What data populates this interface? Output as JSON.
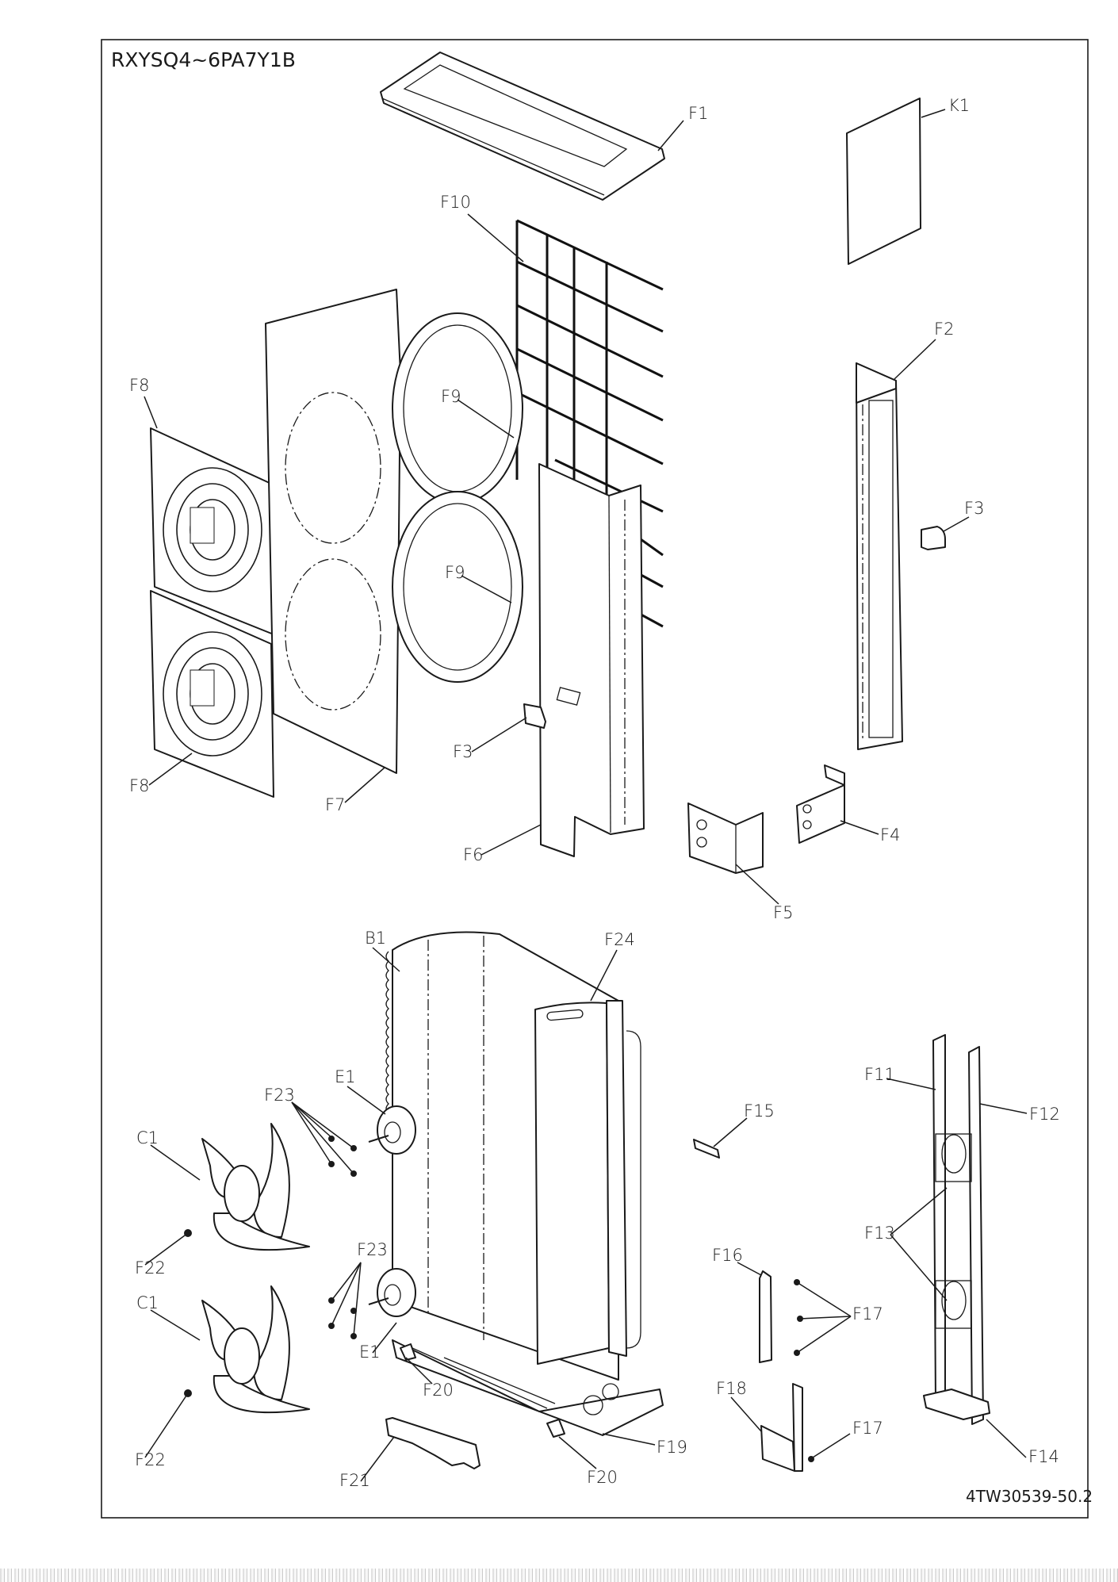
{
  "document": {
    "model_title": "RXYSQ4~6PA7Y1B",
    "drawing_number": "4TW30539-50.2"
  },
  "callouts": [
    {
      "id": "F1",
      "label": "F1",
      "part": "top-plate"
    },
    {
      "id": "K1",
      "label": "K1",
      "part": "label-sheet"
    },
    {
      "id": "F10",
      "label": "F10",
      "part": "wire-grille"
    },
    {
      "id": "F2",
      "label": "F2",
      "part": "right-side-panel"
    },
    {
      "id": "F8a",
      "label": "F8",
      "part": "fan-grille-upper"
    },
    {
      "id": "F9a",
      "label": "F9",
      "part": "bell-mouth-upper"
    },
    {
      "id": "F9b",
      "label": "F9",
      "part": "bell-mouth-lower"
    },
    {
      "id": "F3a",
      "label": "F3",
      "part": "handle-right"
    },
    {
      "id": "F3b",
      "label": "F3",
      "part": "handle-front"
    },
    {
      "id": "F8b",
      "label": "F8",
      "part": "fan-grille-lower"
    },
    {
      "id": "F7",
      "label": "F7",
      "part": "front-panel"
    },
    {
      "id": "F6",
      "label": "F6",
      "part": "side-corner-panel"
    },
    {
      "id": "F4",
      "label": "F4",
      "part": "bracket-right"
    },
    {
      "id": "F5",
      "label": "F5",
      "part": "bracket-corner"
    },
    {
      "id": "B1",
      "label": "B1",
      "part": "heat-exchanger"
    },
    {
      "id": "F24",
      "label": "F24",
      "part": "partition-plate"
    },
    {
      "id": "E1a",
      "label": "E1",
      "part": "fan-motor-upper"
    },
    {
      "id": "F23a",
      "label": "F23",
      "part": "screws-upper"
    },
    {
      "id": "C1a",
      "label": "C1",
      "part": "propeller-fan-upper"
    },
    {
      "id": "F15",
      "label": "F15",
      "part": "clip"
    },
    {
      "id": "F11",
      "label": "F11",
      "part": "motor-support-left"
    },
    {
      "id": "F12",
      "label": "F12",
      "part": "motor-support-right"
    },
    {
      "id": "F13",
      "label": "F13",
      "part": "motor-mount-plates"
    },
    {
      "id": "F22a",
      "label": "F22",
      "part": "nut-upper"
    },
    {
      "id": "F23b",
      "label": "F23",
      "part": "screws-lower"
    },
    {
      "id": "C1b",
      "label": "C1",
      "part": "propeller-fan-lower"
    },
    {
      "id": "F16",
      "label": "F16",
      "part": "stay"
    },
    {
      "id": "F17a",
      "label": "F17",
      "part": "screws-stay"
    },
    {
      "id": "E1b",
      "label": "E1",
      "part": "fan-motor-lower"
    },
    {
      "id": "F20a",
      "label": "F20",
      "part": "foot-left"
    },
    {
      "id": "F18",
      "label": "F18",
      "part": "bracket-lower"
    },
    {
      "id": "F17b",
      "label": "F17",
      "part": "screw-bracket"
    },
    {
      "id": "F22b",
      "label": "F22",
      "part": "nut-lower"
    },
    {
      "id": "F21",
      "label": "F21",
      "part": "drain-bracket"
    },
    {
      "id": "F19",
      "label": "F19",
      "part": "bottom-frame"
    },
    {
      "id": "F20b",
      "label": "F20",
      "part": "foot-right"
    },
    {
      "id": "F14",
      "label": "F14",
      "part": "support-base"
    }
  ]
}
